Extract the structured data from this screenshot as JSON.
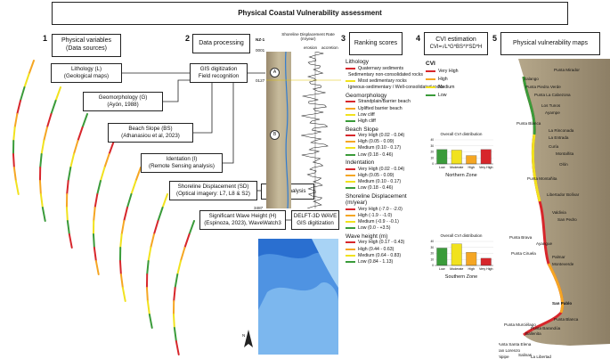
{
  "title": "Physical Coastal Vulnerability assessment",
  "sections": {
    "s1": {
      "num": "1",
      "title": "Physical variables\n(Data sources)"
    },
    "s2": {
      "num": "2",
      "title": "Data processing"
    },
    "s3": {
      "num": "3",
      "title": "Ranking scores"
    },
    "s4": {
      "num": "4",
      "title": "CVI estimation",
      "formula": "CVI=√L*G*BS*I*SD*H"
    },
    "s5": {
      "num": "5",
      "title": "Physical vulnerability maps"
    }
  },
  "variables": {
    "lithology": {
      "l1": "Lithology (L)",
      "l2": "(Geological maps)"
    },
    "geomorphology": {
      "l1": "Geomorphology (G)",
      "l2": "(Ayón, 1988)"
    },
    "beach_slope": {
      "l1": "Beach Slope (BS)",
      "l2": "(Athanasiou et al, 2023)"
    },
    "indentation": {
      "l1": "Identation (I)",
      "l2": "(Remote Sensing analysis)"
    },
    "shoreline": {
      "l1": "Shoreline Displacement (SD)",
      "l2": "(Optical imagery: L7, L8 & S2)"
    },
    "wave": {
      "l1": "Significant Wave Height (H)",
      "l2": "(Espinoza, 2023), WaveWatch3"
    }
  },
  "processing": {
    "gis": {
      "l1": "GIS digitization",
      "l2": "Field recognition"
    },
    "dsas": "DSAS analysis",
    "delft": {
      "l1": "DELFT-3D WAVE",
      "l2": "GIS digitization"
    }
  },
  "profile": {
    "zone": "NZ-1",
    "header": "Shoreline Displacement Rate (m/year)",
    "erosion": "erosion",
    "accretion": "accretion",
    "label_top": "0001",
    "label_mid": "0127",
    "label_bottom": "3487",
    "marker_a": "A",
    "marker_b": "B"
  },
  "ranking": {
    "groups": [
      {
        "title": "Lithology",
        "items": [
          {
            "color": "#d7262b",
            "label": "Quaternary sediments"
          },
          {
            "color": "#f5a623",
            "label": "Sedimentary non-consolidated rocks"
          },
          {
            "color": "#f1e21e",
            "label": "Most sedimentary rocks"
          },
          {
            "color": "#3a9b3a",
            "label": "Igneous-sedimentary / Well-consolidated rocks"
          }
        ]
      },
      {
        "title": "Geomorphology",
        "items": [
          {
            "color": "#d7262b",
            "label": "Strandplain/Barrier beach"
          },
          {
            "color": "#f5a623",
            "label": "Uplifted barrier beach"
          },
          {
            "color": "#f1e21e",
            "label": "Low cliff"
          },
          {
            "color": "#3a9b3a",
            "label": "High cliff"
          }
        ]
      },
      {
        "title": "Beach Slope",
        "items": [
          {
            "color": "#d7262b",
            "label": "Very High (0.02 - 0.04)"
          },
          {
            "color": "#f5a623",
            "label": "High (0.05 - 0.09)"
          },
          {
            "color": "#f1e21e",
            "label": "Medium (0.10 - 0.17)"
          },
          {
            "color": "#3a9b3a",
            "label": "Low (0.18 - 0.46)"
          }
        ]
      },
      {
        "title": "Indentation",
        "items": [
          {
            "color": "#d7262b",
            "label": "Very High (0.02 - 0.04)"
          },
          {
            "color": "#f5a623",
            "label": "High (0.05 - 0.09)"
          },
          {
            "color": "#f1e21e",
            "label": "Medium (0.10 - 0.17)"
          },
          {
            "color": "#3a9b3a",
            "label": "Low (0.18 - 0.46)"
          }
        ]
      },
      {
        "title": "Shoreline Displacement (m/year)",
        "items": [
          {
            "color": "#d7262b",
            "label": "Very High (-7.0 - -2.0)"
          },
          {
            "color": "#f5a623",
            "label": "High (-1.9 - -1.0)"
          },
          {
            "color": "#f1e21e",
            "label": "Medium (-0.9 - -0.1)"
          },
          {
            "color": "#3a9b3a",
            "label": "Low (0.0 - +3.5)"
          }
        ]
      },
      {
        "title": "Wave height (m)",
        "items": [
          {
            "color": "#d7262b",
            "label": "Very High (0.17 - 0.43)"
          },
          {
            "color": "#f5a623",
            "label": "High (0.44 - 0.63)"
          },
          {
            "color": "#f1e21e",
            "label": "Medium (0.64 - 0.83)"
          },
          {
            "color": "#3a9b3a",
            "label": "Low (0.84 - 1.13)"
          }
        ]
      }
    ]
  },
  "cvi_legend": {
    "title": "CVI",
    "items": [
      {
        "color": "#d7262b",
        "label": "Very High"
      },
      {
        "color": "#f5a623",
        "label": "High"
      },
      {
        "color": "#f1e21e",
        "label": "Medium"
      },
      {
        "color": "#3a9b3a",
        "label": "Low"
      }
    ]
  },
  "chart_data": [
    {
      "type": "bar",
      "title": "Overall CVI distribution",
      "zone_label": "Northern Zone",
      "categories": [
        "Low",
        "Moderate",
        "High",
        "Very High"
      ],
      "values": [
        24,
        23,
        14,
        24
      ],
      "colors": [
        "#3a9b3a",
        "#f1e21e",
        "#f5a623",
        "#d7262b"
      ],
      "ylim": [
        0,
        40
      ],
      "yticks": [
        0,
        10,
        20,
        30,
        40
      ]
    },
    {
      "type": "bar",
      "title": "Overall CVI distribution",
      "zone_label": "Southern Zone",
      "categories": [
        "Low",
        "Moderate",
        "High",
        "Very High"
      ],
      "values": [
        29,
        36,
        22,
        12
      ],
      "colors": [
        "#3a9b3a",
        "#f1e21e",
        "#f5a623",
        "#d7262b"
      ],
      "ylim": [
        0,
        40
      ],
      "yticks": [
        0,
        10,
        20,
        30,
        40
      ]
    }
  ],
  "map_places": [
    "Punta Mirador",
    "Salango",
    "Punta Piedra Verde",
    "Punta La Cabezona",
    "Los Tunos",
    "Ayampe",
    "Punta Blanca",
    "La Rinconada",
    "La Entrada",
    "Curía",
    "Montañita",
    "Olón",
    "Punta Montañita",
    "Libertador Bolívar",
    "Valdivia",
    "San Pedro",
    "Punta Brava",
    "Ayangue",
    "Punta Ciruela",
    "Palmar",
    "Monteverde",
    "San Pablo",
    "Punta Barandúa",
    "Punta Blanca",
    "Punta Murciélago",
    "Ballenita",
    "Punta Santa Elena",
    "San Lorenzo",
    "Salinas",
    "La Libertad",
    "Chipipe"
  ],
  "map_north": "N"
}
